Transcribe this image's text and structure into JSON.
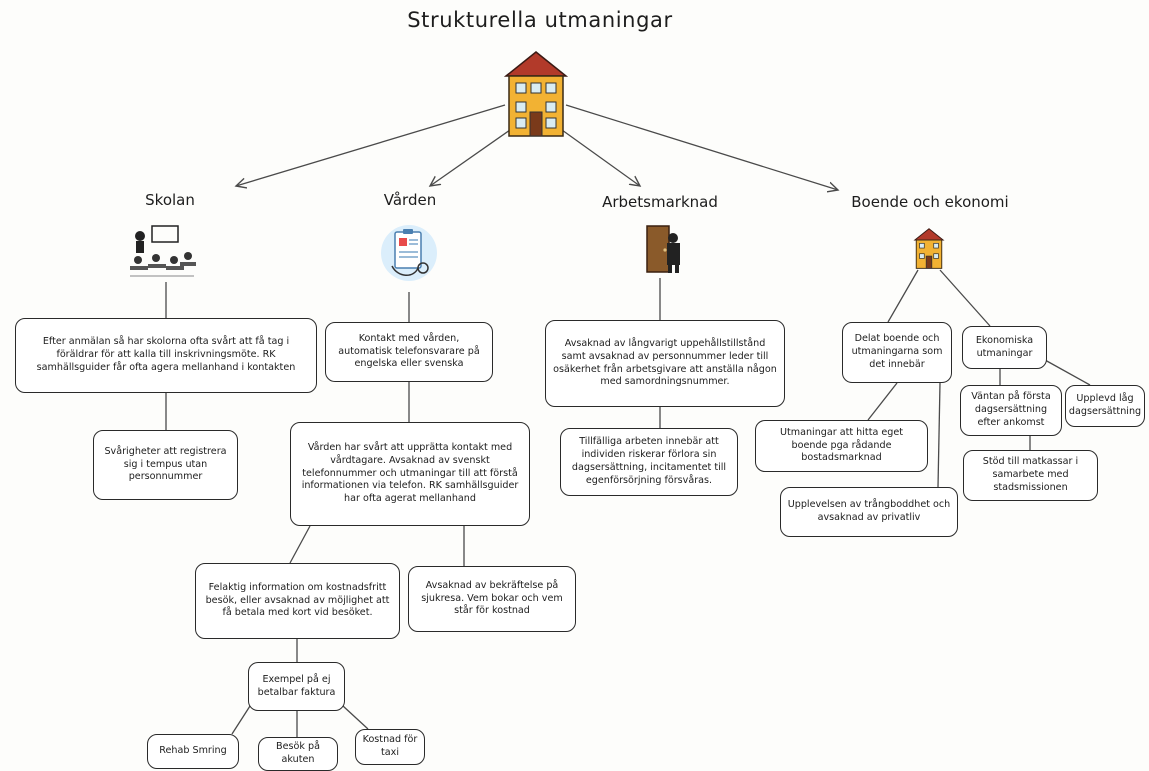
{
  "title": "Strukturella utmaningar",
  "categories": {
    "skolan": "Skolan",
    "varden": "Vården",
    "arbetsmarknad": "Arbetsmarknad",
    "boende": "Boende och ekonomi"
  },
  "nodes": {
    "skolan_1": "Efter anmälan så har skolorna ofta svårt att få tag i föräldrar för att kalla till inskrivningsmöte. RK samhällsguider får ofta agera mellanhand i kontakten",
    "skolan_2": "Svårigheter att registrera sig i tempus utan personnummer",
    "varden_1": "Kontakt med vården, automatisk telefonsvarare på engelska eller svenska",
    "varden_2": "Vården har svårt att upprätta kontakt med vårdtagare. Avsaknad av svenskt telefonnummer och utmaningar till att förstå informationen via telefon. RK samhällsguider har ofta agerat mellanhand",
    "varden_3": "Felaktig information om kostnadsfritt besök, eller avsaknad av möjlighet att få betala med kort vid besöket.",
    "varden_4": "Avsaknad av bekräftelse på sjukresa. Vem bokar och vem står för kostnad",
    "varden_5": "Exempel på ej betalbar faktura",
    "varden_6": "Rehab Smring",
    "varden_7": "Besök på akuten",
    "varden_8": "Kostnad för taxi",
    "arbete_1": "Avsaknad av långvarigt uppehållstillstånd samt avsaknad av personnummer leder till osäkerhet från arbetsgivare att anställa någon med samordningsnummer.",
    "arbete_2": "Tillfälliga arbeten innebär att individen riskerar förlora sin dagsersättning, incitamentet till egenförsörjning försvåras.",
    "boende_1": "Delat boende och utmaningarna som det innebär",
    "boende_2": "Utmaningar att hitta eget boende pga rådande bostadsmarknad",
    "boende_3": "Upplevelsen av trångboddhet och avsaknad av privatliv",
    "ekonomi_1": "Ekonomiska utmaningar",
    "ekonomi_2": "Väntan på första dagsersättning efter ankomst",
    "ekonomi_3": "Upplevd låg dagsersättning",
    "ekonomi_4": "Stöd till matkassar i samarbete med stadsmissionen"
  },
  "colors": {
    "house_wall": "#f2b233",
    "house_roof": "#b23a2a",
    "line": "#4a4a4a"
  }
}
